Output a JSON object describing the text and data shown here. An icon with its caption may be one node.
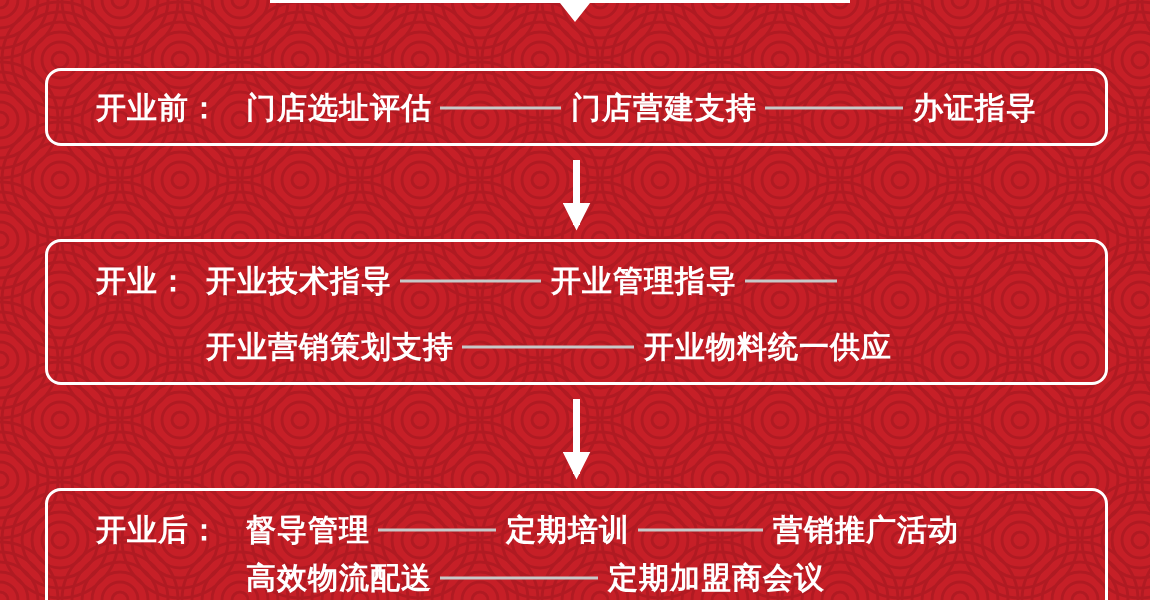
{
  "diagram": {
    "nodes": [
      {
        "text": [
          "开业前："
        ]
      },
      {
        "text": [
          "门店选址评估"
        ],
        "in": 0
      },
      {
        "text": [
          "门店营建支持"
        ],
        "in": 0
      },
      {
        "text": [
          "办证指导"
        ],
        "in": 0
      },
      {
        "text": [
          "开业："
        ]
      },
      {
        "text": [
          "开业技术指导"
        ],
        "in": 4
      },
      {
        "text": [
          "开业管理指导"
        ],
        "in": 4
      },
      {
        "text": [
          "开业营销策划支持"
        ],
        "in": 4
      },
      {
        "text": [
          "开业物料统一供应"
        ],
        "in": 4
      },
      {
        "text": [
          "开业后："
        ]
      },
      {
        "text": [
          "督导管理"
        ],
        "in": 9
      },
      {
        "text": [
          "定期培训"
        ],
        "in": 9
      },
      {
        "text": [
          "营销推广活动"
        ],
        "in": 9
      },
      {
        "text": [
          "高效物流配送"
        ],
        "in": 9
      },
      {
        "text": [
          "定期加盟商会议"
        ],
        "in": 9
      },
      {
        "text": [],
        "shape": "box"
      }
    ],
    "edges": [
      {
        "from": 1,
        "to": 2,
        "arrow": "none"
      },
      {
        "from": 2,
        "to": 3,
        "arrow": "none"
      },
      {
        "from": 5,
        "to": 6,
        "arrow": "none"
      },
      {
        "from": 6,
        "to": null,
        "arrow": "none"
      },
      {
        "from": 7,
        "to": 8,
        "arrow": "none"
      },
      {
        "from": 10,
        "to": 11,
        "arrow": "none"
      },
      {
        "from": 11,
        "to": 12,
        "arrow": "none"
      },
      {
        "from": 13,
        "to": 14,
        "arrow": "none"
      },
      {
        "from": 0,
        "to": 4,
        "arrow": "to",
        "style": "thick",
        "color": "#ffffff"
      },
      {
        "from": 4,
        "to": 9,
        "arrow": "to",
        "style": "thick",
        "color": "#ffffff"
      }
    ]
  }
}
